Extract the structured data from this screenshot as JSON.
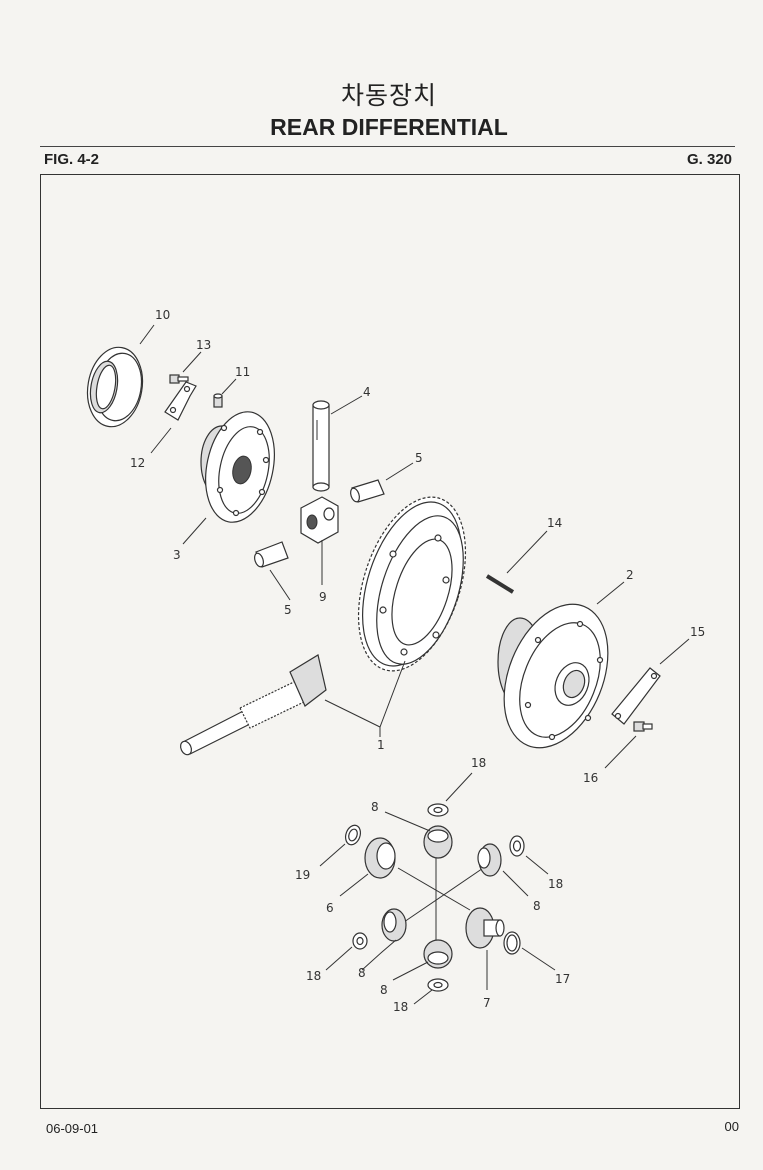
{
  "header": {
    "title_korean": "차동장치",
    "title_english": "REAR DIFFERENTIAL",
    "figure_number": "FIG. 4-2",
    "group_number": "G. 320"
  },
  "footer": {
    "date": "06-09-01",
    "page": "00"
  },
  "callouts": {
    "c1": "1",
    "c2": "2",
    "c3": "3",
    "c4": "4",
    "c5a": "5",
    "c5b": "5",
    "c6": "6",
    "c7": "7",
    "c8a": "8",
    "c8b": "8",
    "c8c": "8",
    "c8d": "8",
    "c9": "9",
    "c10": "10",
    "c11": "11",
    "c12": "12",
    "c13": "13",
    "c14": "14",
    "c15": "15",
    "c16": "16",
    "c17": "17",
    "c18a": "18",
    "c18b": "18",
    "c18c": "18",
    "c18d": "18",
    "c19": "19"
  }
}
